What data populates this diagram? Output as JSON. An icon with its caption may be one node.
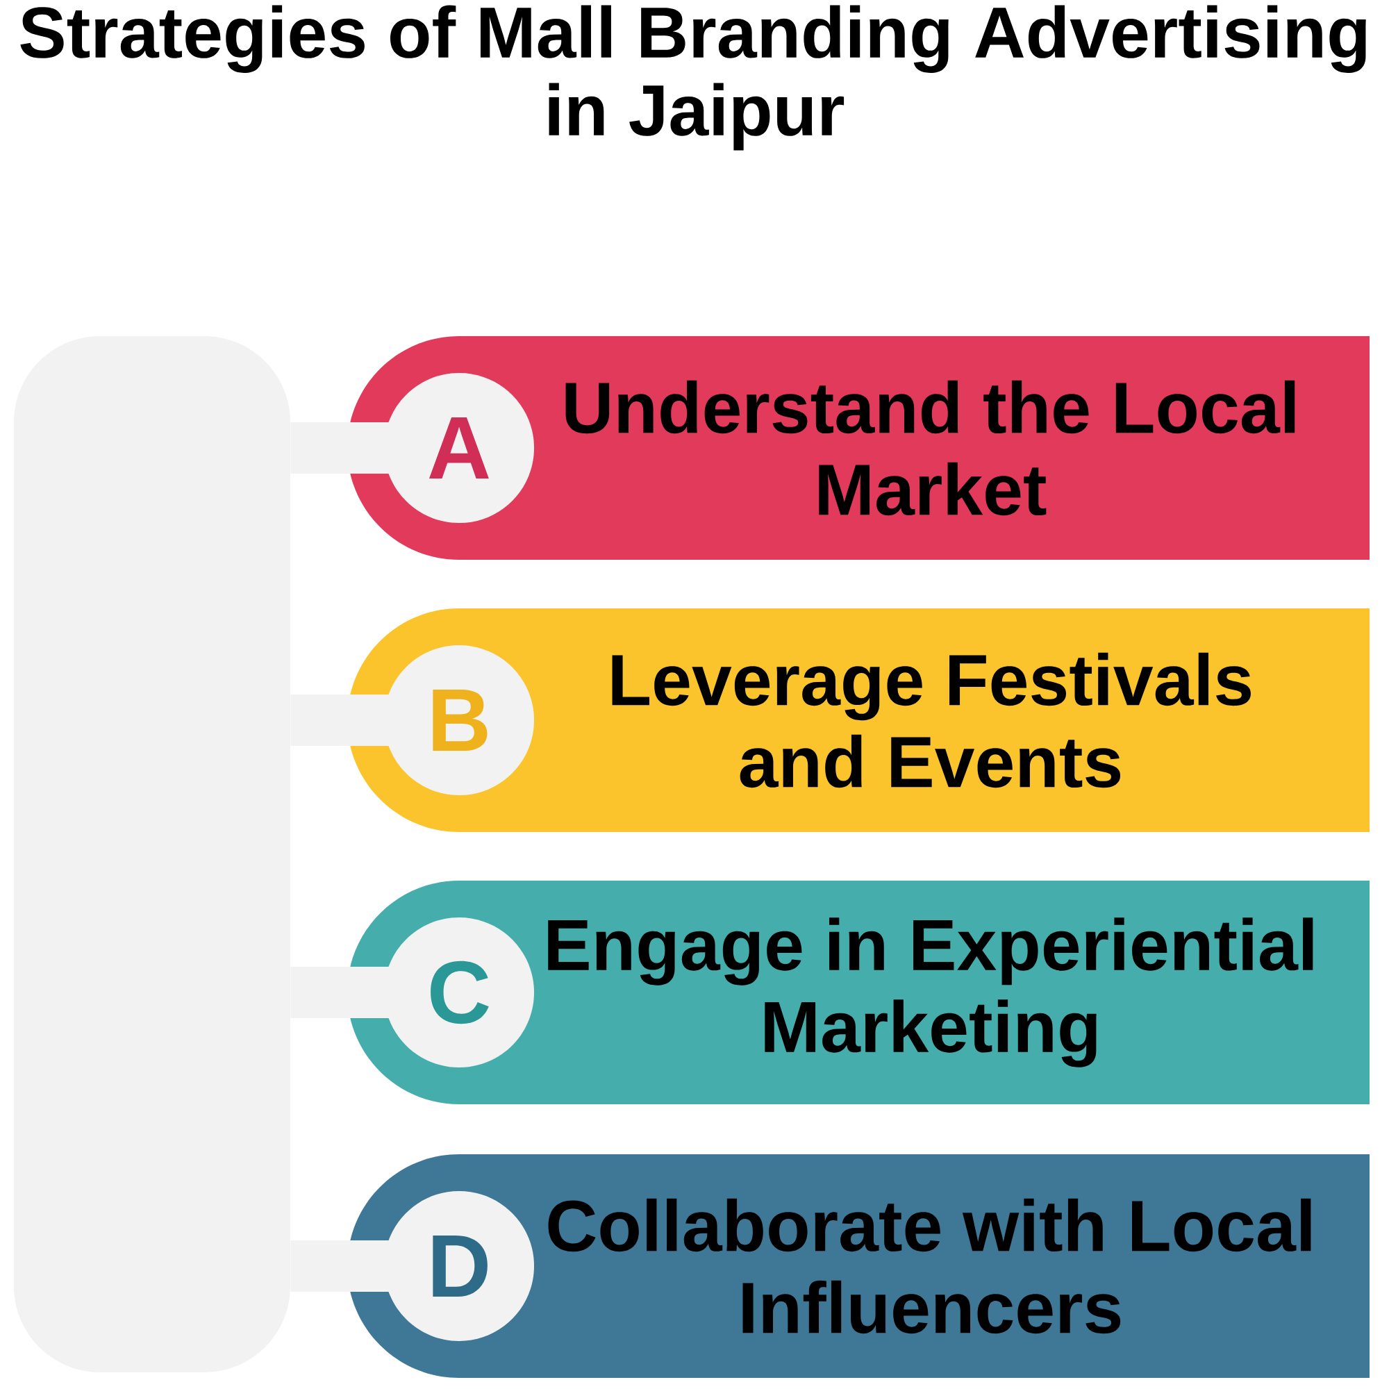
{
  "diagram": {
    "title": "Strategies of Mall Branding Advertising in Jaipur",
    "nodes": [
      {
        "text": [],
        "shape": "box"
      },
      {
        "text": [
          "Understand the Local Market"
        ]
      },
      {
        "text": [
          "A"
        ],
        "in": 1
      },
      {
        "text": [
          "Leverage Festivals and Events"
        ]
      },
      {
        "text": [
          "B"
        ],
        "in": 3
      },
      {
        "text": [
          "Engage in Experiential Marketing"
        ]
      },
      {
        "text": [
          "C"
        ],
        "in": 5
      },
      {
        "text": [
          "Collaborate with Local Influencers"
        ]
      },
      {
        "text": [
          "D"
        ],
        "in": 7
      }
    ],
    "edges": [
      {
        "from": 0,
        "to": 2,
        "arrow": "none"
      },
      {
        "from": 0,
        "to": 4,
        "arrow": "none"
      },
      {
        "from": 0,
        "to": 6,
        "arrow": "none"
      },
      {
        "from": 0,
        "to": 8,
        "arrow": "none"
      }
    ]
  }
}
